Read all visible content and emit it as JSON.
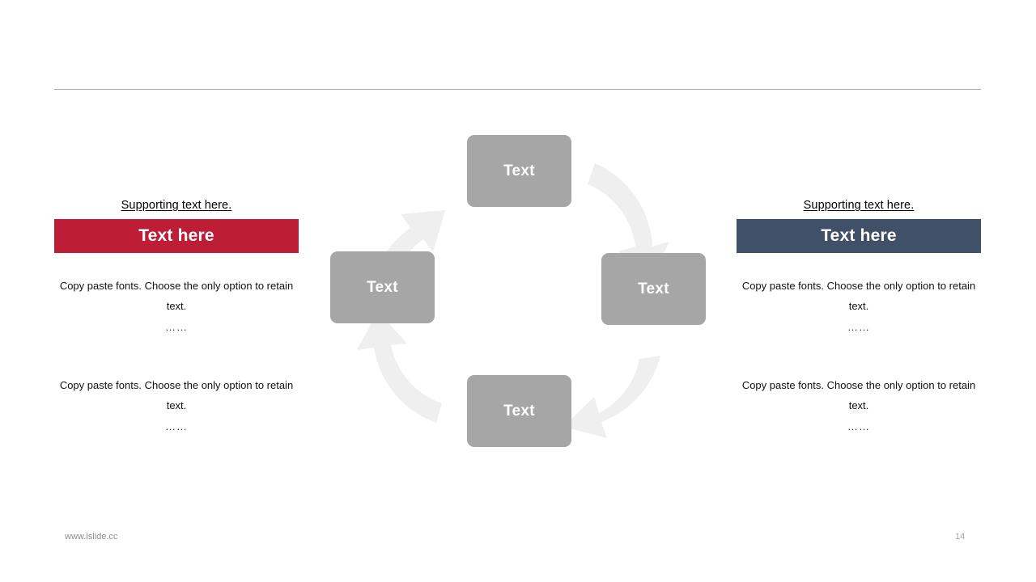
{
  "slide": {
    "page_number": "14",
    "footer_url": "www.islide.cc",
    "colors": {
      "accent_red": "#BE1E35",
      "accent_navy": "#3F5068",
      "node_gray": "#A6A6A6",
      "arrow_gray": "#EFEFEF",
      "divider_gray": "#A6A6A6"
    }
  },
  "left_panel": {
    "support_text": "Supporting text here.",
    "title": "Text here",
    "body_upper_line1": "Copy paste fonts. Choose the only option",
    "body_upper_line2": "to retain text.",
    "body_upper_dots": "……",
    "body_lower_line1": "Copy paste fonts. Choose the only option",
    "body_lower_line2": "to retain text.",
    "body_lower_dots": "……"
  },
  "right_panel": {
    "support_text": "Supporting text here.",
    "title": "Text here",
    "body_upper_line1": "Copy paste fonts. Choose the only option",
    "body_upper_line2": "to retain text.",
    "body_upper_dots": "……",
    "body_lower_line1": "Copy paste fonts. Choose the only option",
    "body_lower_line2": "to retain text.",
    "body_lower_dots": "……"
  },
  "cycle": {
    "nodes": [
      {
        "position": "top",
        "label": "Text"
      },
      {
        "position": "right",
        "label": "Text"
      },
      {
        "position": "bottom",
        "label": "Text"
      },
      {
        "position": "left",
        "label": "Text"
      }
    ],
    "arrows": [
      {
        "from": "left",
        "to": "top",
        "direction": "clockwise"
      },
      {
        "from": "top",
        "to": "right",
        "direction": "clockwise"
      },
      {
        "from": "right",
        "to": "bottom",
        "direction": "clockwise"
      },
      {
        "from": "bottom",
        "to": "left",
        "direction": "clockwise"
      }
    ]
  }
}
